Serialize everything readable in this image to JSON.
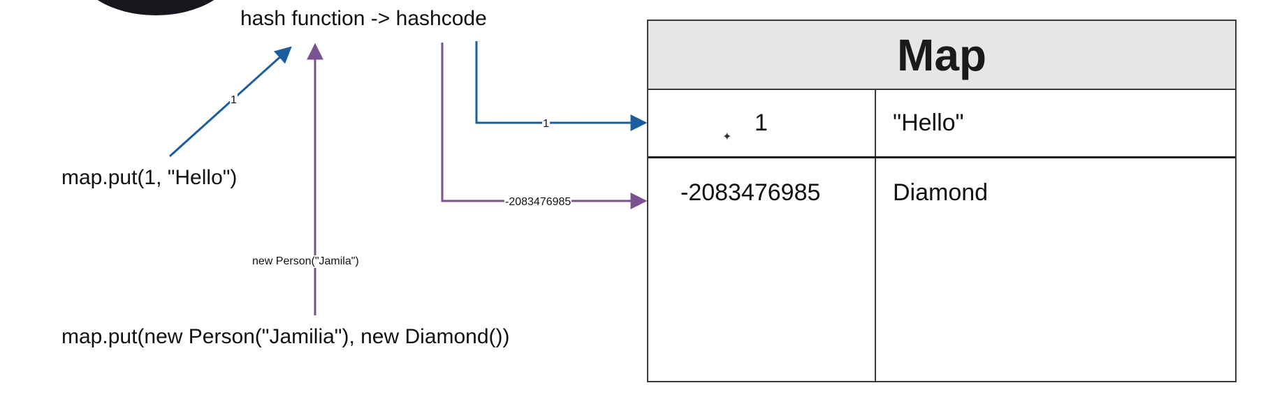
{
  "diagram": {
    "hash_title": "hash function -> hashcode",
    "put_statement_1": "map.put(1, \"Hello\")",
    "put_statement_2": "map.put(new Person(\"Jamilia\"), new Diamond())",
    "edge_labels": {
      "put1_to_hash": "1",
      "put2_to_hash": "new Person(\"Jamila\")",
      "hash_to_row1": "1",
      "hash_to_row2": "-2083476985"
    },
    "colors": {
      "blue_arrow": "#1a5ea0",
      "purple_arrow": "#7b5291"
    }
  },
  "map": {
    "title": "Map",
    "rows": [
      {
        "key": "1",
        "value": "\"Hello\""
      },
      {
        "key": "-2083476985",
        "value": "Diamond"
      }
    ]
  }
}
